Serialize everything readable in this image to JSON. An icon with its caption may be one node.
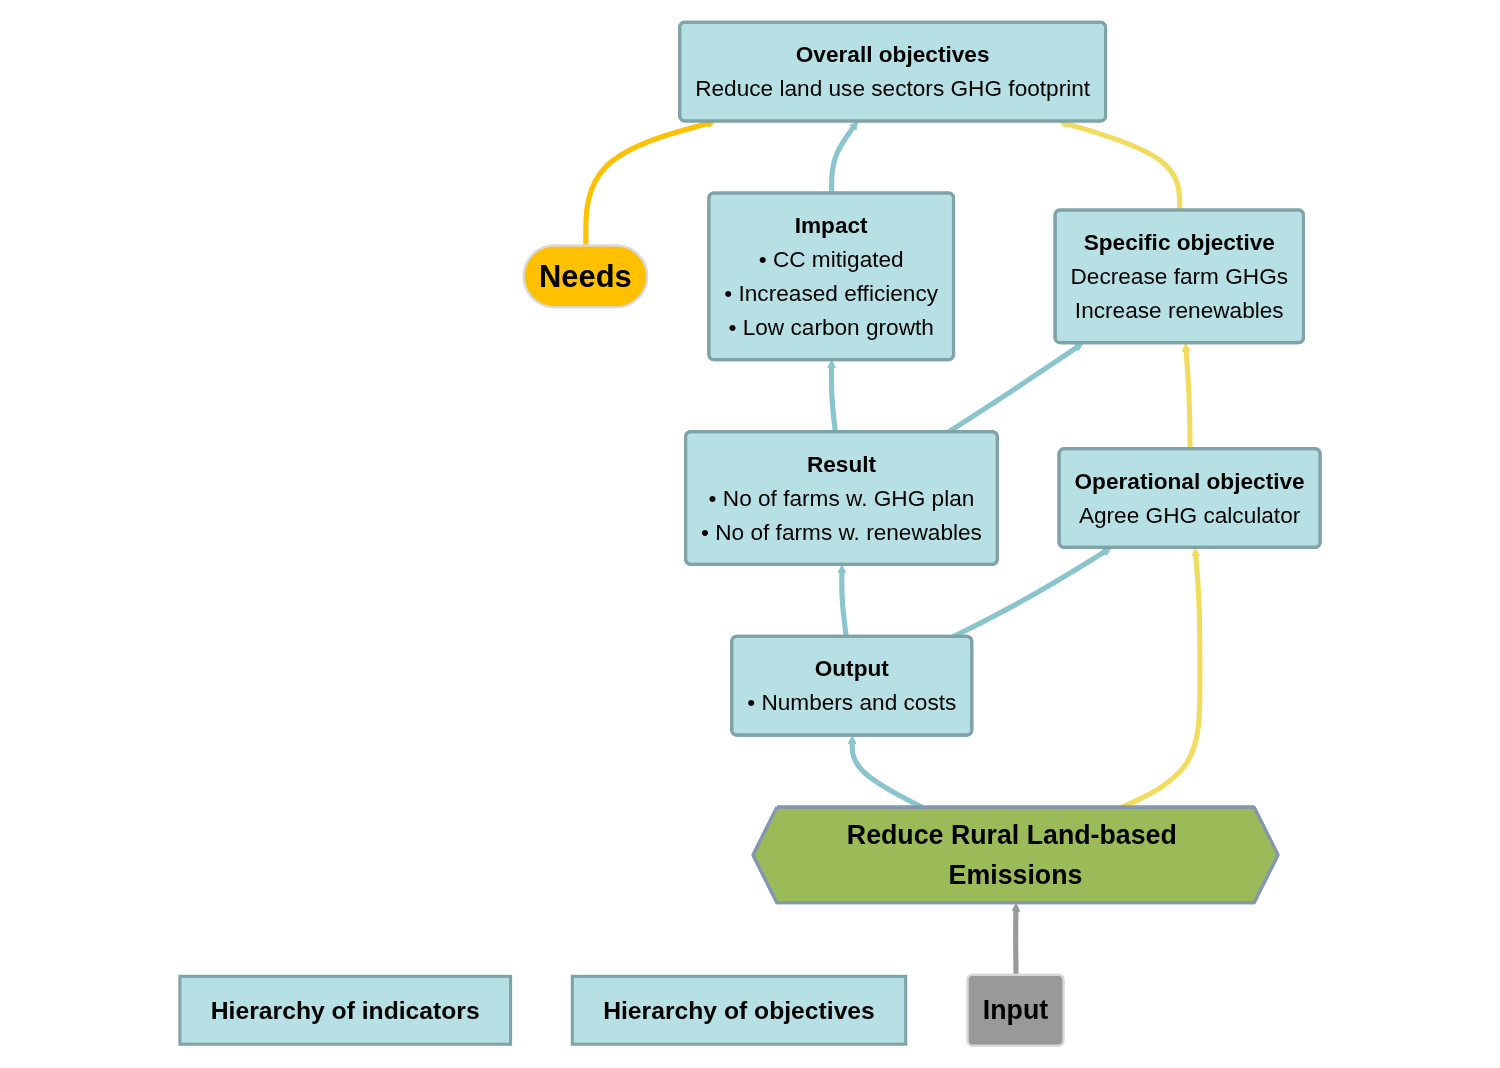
{
  "diagram": {
    "nodes": [
      {
        "text": [
          "Needs"
        ]
      },
      {
        "text": [
          "Hierarchy of indicators"
        ]
      },
      {
        "text": [
          "Hierarchy of objectives"
        ]
      },
      {
        "text": [
          "Impact",
          "• CC mitigated",
          "• Increased efficiency",
          "• Low carbon growth"
        ]
      },
      {
        "text": [
          "Overall objectives",
          "Reduce land use sectors GHG footprint"
        ]
      },
      {
        "text": [
          "Result",
          "• No of farms w. GHG plan",
          "• No of farms w. renewables"
        ]
      },
      {
        "text": [
          "Specific objective",
          "Decrease farm GHGs",
          "Increase renewables"
        ]
      },
      {
        "text": [
          "Output",
          "• Numbers and costs"
        ]
      },
      {
        "text": [
          "Operational objective",
          "Agree GHG calculator"
        ]
      },
      {
        "text": [
          "Input"
        ]
      },
      {
        "text": [
          "Reduce Rural Land-based Emissions"
        ]
      }
    ],
    "edges": [
      {
        "from": 0,
        "to": 4,
        "arrow": "to",
        "color": "#ffc000"
      },
      {
        "from": 3,
        "to": 4,
        "arrow": "to"
      },
      {
        "from": 5,
        "to": 3,
        "arrow": "to"
      },
      {
        "from": 5,
        "to": 6,
        "arrow": "to"
      },
      {
        "from": 6,
        "to": 4,
        "arrow": "to",
        "color": "#f2dc5d"
      },
      {
        "from": 7,
        "to": 5,
        "arrow": "to"
      },
      {
        "from": 7,
        "to": 8,
        "arrow": "to"
      },
      {
        "from": 8,
        "to": 6,
        "arrow": "to",
        "color": "#f2dc5d"
      },
      {
        "from": 9,
        "to": 10,
        "arrow": "to",
        "color": "#999999"
      },
      {
        "from": 10,
        "to": 7,
        "arrow": "to"
      },
      {
        "from": 10,
        "to": 8,
        "arrow": "to",
        "color": "#f2dc5d"
      }
    ]
  }
}
